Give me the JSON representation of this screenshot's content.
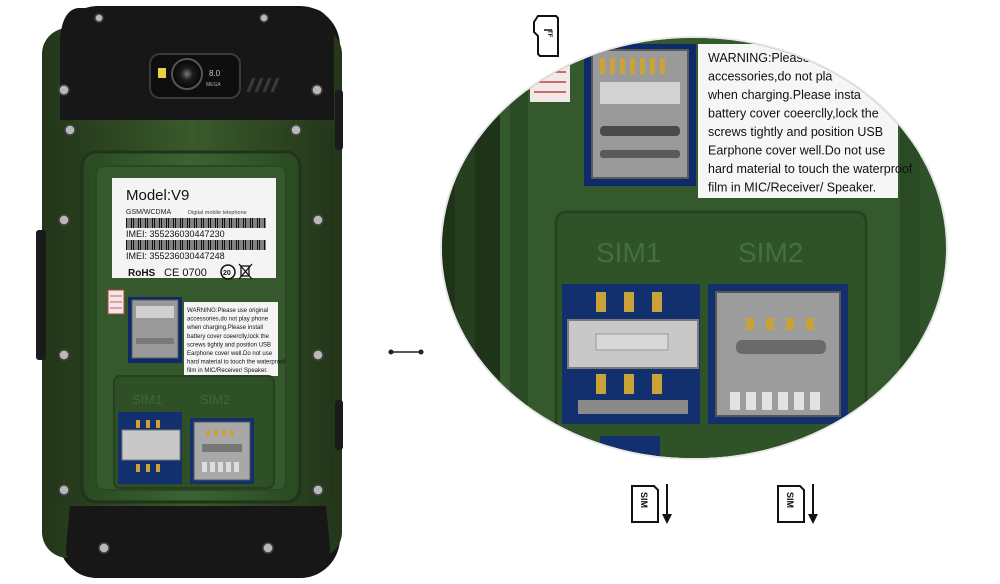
{
  "phone": {
    "camera_label_top": "8.0",
    "camera_label_bottom": "MEGA",
    "label": {
      "model": "Model:V9",
      "network": "GSM/WCDMA",
      "device_type": "Digital mobile telephone",
      "imei_1": "IMEI: 355236030447230",
      "imei_2": "IMEI: 355236030447248",
      "rohs": "RoHS",
      "ce": "CE 0700",
      "badge": "20"
    },
    "warning_lines": [
      "WARNING:Please use original",
      "accessories,do not play phone",
      "when charging.Please install",
      "battery cover coeerclly,lock the",
      "screws tightly and position USB",
      "Earphone cover well.Do not use",
      "hard material to touch the waterproof",
      "film in MIC/Receiver/ Speaker."
    ],
    "slot_1": "SIM1",
    "slot_2": "SIM2"
  },
  "zoom": {
    "warning_lines": [
      "WARNING:Please",
      "accessories,do not pla",
      "when charging.Please insta",
      "battery cover coeerclly,lock the",
      "screws tightly and position USB",
      "Earphone cover well.Do not use",
      "hard material to touch the waterproof",
      "film in MIC/Receiver/ Speaker."
    ],
    "slot_1": "SIM1",
    "slot_2": "SIM2"
  },
  "icons": {
    "tf_text": "TF",
    "sim_text_1": "SIM",
    "sim_text_2": "SIM"
  },
  "colors": {
    "rubber_green": "#2f4a22",
    "bay_green": "#33582c",
    "black": "#161616"
  }
}
